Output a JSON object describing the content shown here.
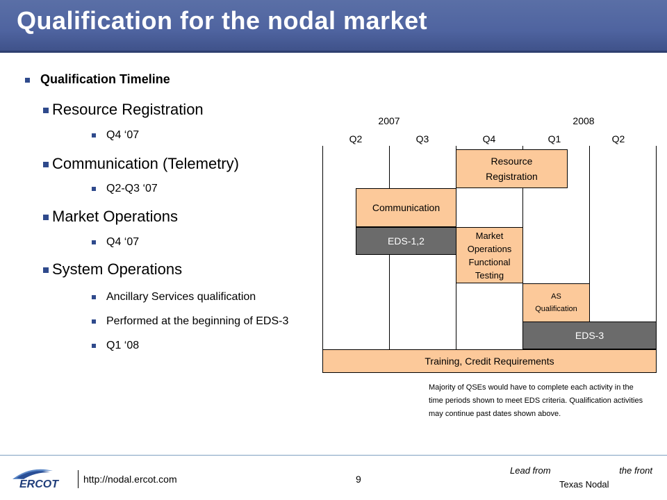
{
  "title": "Qualification for the nodal market",
  "bullets": {
    "main": "Qualification Timeline",
    "resource": "Resource Registration",
    "resource_date": "Q4 ‘07",
    "comm": "Communication (Telemetry)",
    "comm_date": "Q2-Q3 ‘07",
    "market": "Market Operations",
    "market_date": "Q4 ‘07",
    "system": "System Operations",
    "system_a": "Ancillary Services qualification",
    "system_b": "Performed at the beginning of EDS-3",
    "system_c": "Q1 ‘08"
  },
  "timeline": {
    "year1": "2007",
    "year2": "2008",
    "quarters": [
      "Q2",
      "Q3",
      "Q4",
      "Q1",
      "Q2"
    ],
    "boxes": {
      "resource_registration": "Resource Registration",
      "communication": "Communication",
      "eds12": "EDS-1,2",
      "market_ops": "Market Operations Functional Testing",
      "as_qual": "AS Qualification",
      "eds3": "EDS-3",
      "training": "Training, Credit Requirements"
    },
    "note": "Majority of QSEs would have to complete each activity in the time periods shown to meet EDS criteria. Qualification activities may continue past dates shown above."
  },
  "footer": {
    "logo_text": "ERCOT",
    "url": "http://nodal.ercot.com",
    "page": "9",
    "tagline_left": "Lead from",
    "tagline_right": "the front",
    "org": "Texas Nodal"
  },
  "colors": {
    "title_bar": "#4f64a0",
    "peach": "#fcc99a",
    "gray": "#6b6b6b",
    "bullet": "#2f4a8c"
  }
}
